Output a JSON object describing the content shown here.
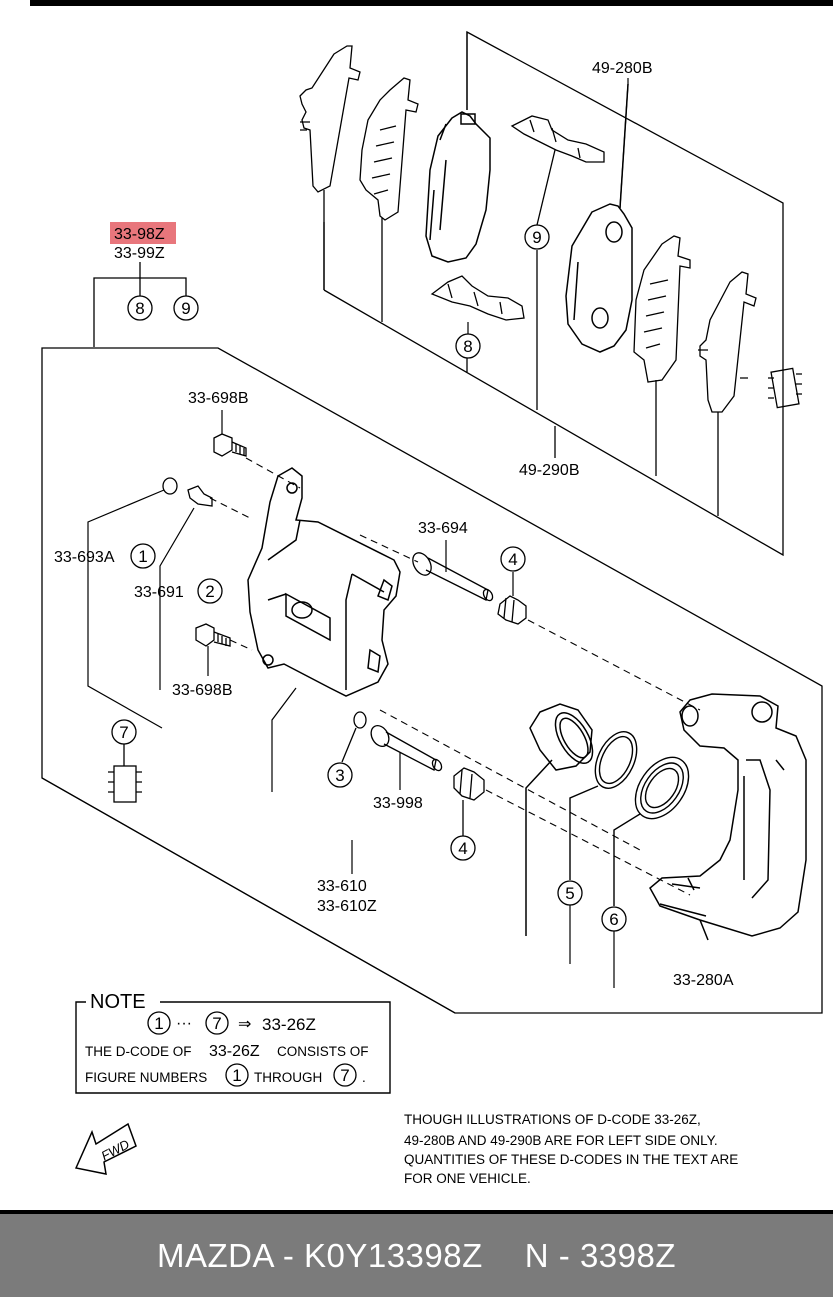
{
  "labels": {
    "highlighted_code": "33-98Z",
    "code_33_99z": "33-99Z",
    "code_49_280b": "49-280B",
    "code_49_290b": "49-290B",
    "code_33_698b_top": "33-698B",
    "code_33_698b_bottom": "33-698B",
    "code_33_693a": "33-693A",
    "code_33_691": "33-691",
    "code_33_694": "33-694",
    "code_33_998": "33-998",
    "code_33_610": "33-610",
    "code_33_610z": "33-610Z",
    "code_33_280a": "33-280A"
  },
  "callouts": {
    "c1": "1",
    "c2": "2",
    "c3": "3",
    "c4a": "4",
    "c4b": "4",
    "c5": "5",
    "c6": "6",
    "c7": "7",
    "c8a": "8",
    "c8b": "8",
    "c9a": "9",
    "c9b": "9"
  },
  "note": {
    "title": "NOTE",
    "from": "1",
    "ellipsis": "···",
    "to": "7",
    "arrow": "⇒",
    "dcode": "33-26Z",
    "line2_a": "THE D-CODE OF",
    "line2_b": "33-26Z",
    "line2_c": "CONSISTS OF",
    "line3_a": "FIGURE NUMBERS",
    "line3_b": "1",
    "line3_c": "THROUGH",
    "line3_d": "7",
    "line3_e": "."
  },
  "disclaimer": {
    "line1": "THOUGH ILLUSTRATIONS OF D-CODE 33-26Z,",
    "line2": "49-280B AND 49-290B ARE FOR LEFT SIDE ONLY.",
    "line3": "QUANTITIES OF THESE D-CODES IN THE TEXT ARE",
    "line4": "FOR ONE VEHICLE."
  },
  "fwd_label": "FWD",
  "footer": {
    "brand_part": "MAZDA - K0Y13398Z",
    "code_part": "N - 3398Z"
  },
  "colors": {
    "highlight": "#e8767c",
    "footer_bg": "#7b7b7b",
    "footer_text": "#ffffff"
  }
}
